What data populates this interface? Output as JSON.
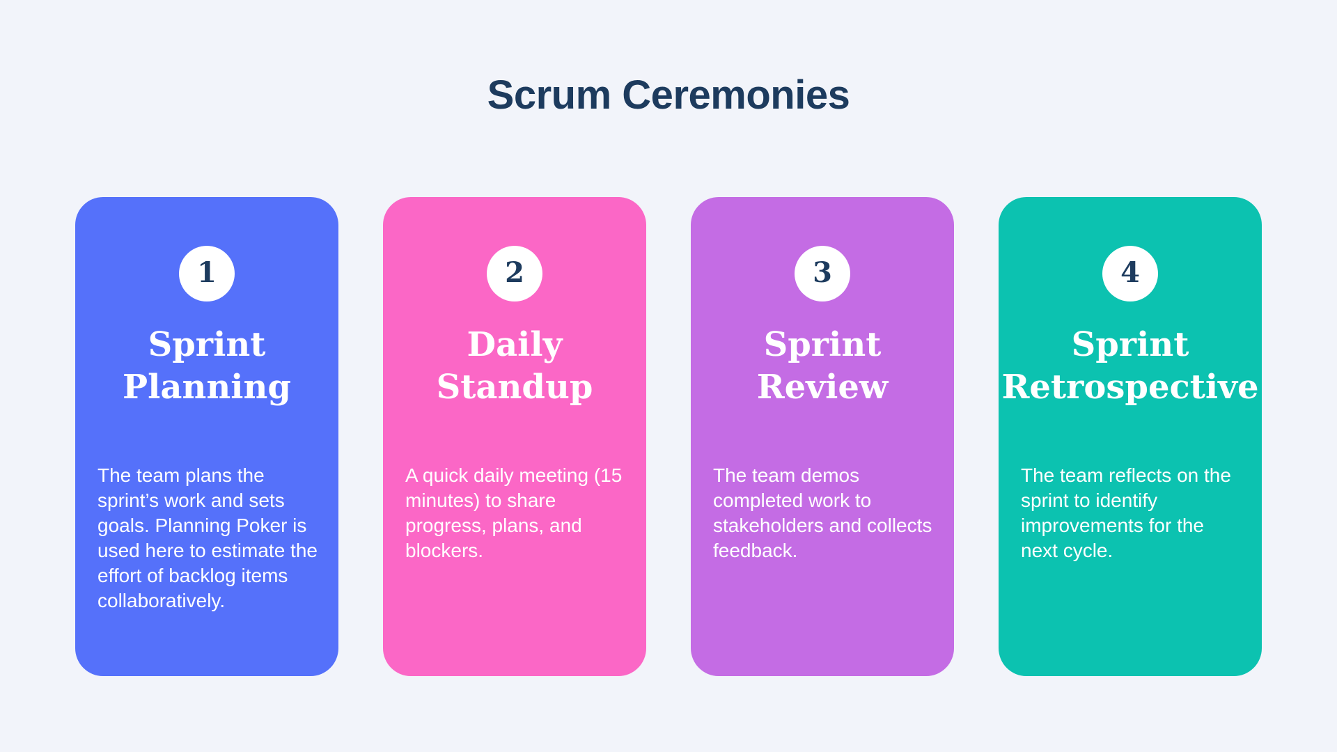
{
  "page": {
    "title": "Scrum Ceremonies",
    "background_color": "#f2f4fa",
    "title_color": "#1d3b5e",
    "number_color": "#1d3b5e",
    "circle_color": "#ffffff",
    "text_color": "#ffffff"
  },
  "cards": [
    {
      "number": "1",
      "title": "Sprint Planning",
      "description": "The team plans the sprint’s work and sets goals. Planning Poker is used here to estimate the effort of backlog items collaboratively.",
      "color": "#5571fa"
    },
    {
      "number": "2",
      "title": "Daily Standup",
      "description": "A quick daily meeting (15 minutes) to share progress, plans, and blockers.",
      "color": "#fb67c6"
    },
    {
      "number": "3",
      "title": "Sprint Review",
      "description": "The team demos completed work to stakeholders and collects feedback.",
      "color": "#c46ce4"
    },
    {
      "number": "4",
      "title": "Sprint Retrospective",
      "description": "The team reflects on the sprint to identify improvements for the next cycle.",
      "color": "#0cc2b0"
    }
  ]
}
